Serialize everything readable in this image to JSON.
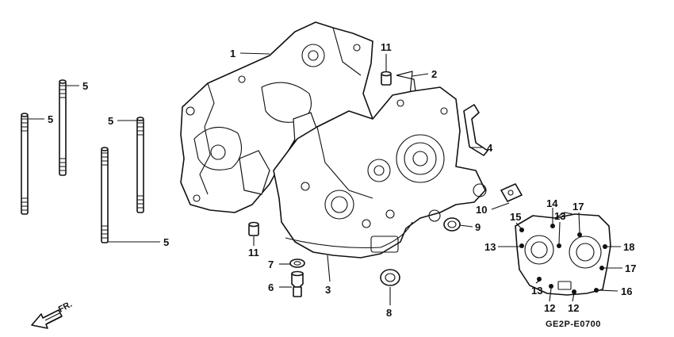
{
  "diagram_code": "GE2P-E0700",
  "direction_label": "FR.",
  "callouts": [
    "1",
    "2",
    "3",
    "4",
    "5",
    "5",
    "5",
    "5",
    "6",
    "7",
    "8",
    "9",
    "10",
    "11",
    "11",
    "12",
    "12",
    "13",
    "13",
    "13",
    "14",
    "15",
    "16",
    "17",
    "17",
    "18"
  ]
}
